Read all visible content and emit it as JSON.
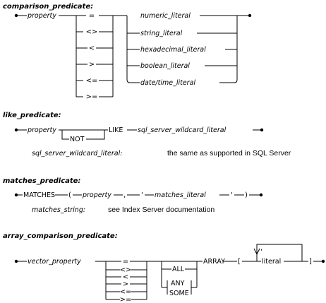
{
  "comparison": {
    "heading": "comparison_predicate:",
    "property": "property",
    "operators": [
      "=",
      "<>",
      "<",
      ">",
      "<=",
      ">="
    ],
    "literals": [
      "numeric_literal",
      "string_literal",
      "hexadecimal_literal",
      "boolean_literal",
      "date/time_literal"
    ]
  },
  "like": {
    "heading": "like_predicate:",
    "property": "property",
    "not_keyword": "NOT",
    "like_keyword": "LIKE",
    "wildcard": "sql_server_wildcard_literal",
    "note_term": "sql_server_wildcard_literal:",
    "note_text": "the same as supported in SQL Server"
  },
  "matches": {
    "heading": "matches_predicate:",
    "keyword": "MATCHES",
    "open_paren": "(",
    "property": "property",
    "comma": ",",
    "quote_open": "'",
    "literal": "matches_literal",
    "quote_close": "'",
    "close_paren": ")",
    "note_term": "matches_string:",
    "note_text": "see Index Server documentation"
  },
  "array": {
    "heading": "array_comparison_predicate:",
    "property": "vector_property",
    "operators": [
      "=",
      "<>",
      "<",
      ">",
      "<=",
      ">="
    ],
    "quantifiers": [
      "ALL",
      "ANY",
      "SOME"
    ],
    "array_keyword": "ARRAY",
    "open_bracket": "[",
    "literal": "literal",
    "close_bracket": "]",
    "separator": ","
  }
}
